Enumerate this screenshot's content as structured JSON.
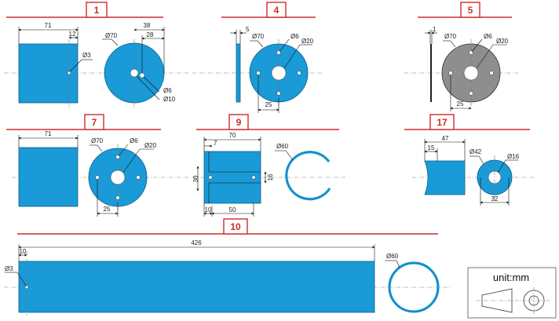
{
  "parts": {
    "p1": {
      "number": "1",
      "dims": {
        "len": "71",
        "off": "12",
        "hole": "Ø3",
        "dia": "Ø70",
        "d38": "38",
        "d28": "28",
        "small_hole": "Ø6",
        "center_hole": "Ø10"
      }
    },
    "p4": {
      "number": "4",
      "dims": {
        "thick": "5",
        "dia": "Ø70",
        "hole": "Ø6",
        "center": "Ø20",
        "pitch": "25"
      }
    },
    "p5": {
      "number": "5",
      "dims": {
        "thick": "1",
        "dia": "Ø70",
        "hole": "Ø6",
        "center": "Ø20",
        "pitch": "25"
      }
    },
    "p7": {
      "number": "7",
      "dims": {
        "len": "71",
        "dia": "Ø70",
        "hole": "Ø6",
        "center": "Ø20",
        "pitch": "25"
      }
    },
    "p9": {
      "number": "9",
      "dims": {
        "len": "70",
        "slot": "7",
        "height": "30",
        "inner": "16",
        "left": "10",
        "mid": "50",
        "ring": "Ø60"
      }
    },
    "p17": {
      "number": "17",
      "dims": {
        "len": "47",
        "step": "15",
        "outer": "Ø42",
        "inner": "Ø16",
        "width": "32"
      }
    },
    "p10": {
      "number": "10",
      "dims": {
        "len": "426",
        "off": "10",
        "hole": "Ø3",
        "ring": "Ø60"
      }
    }
  },
  "legend": {
    "unit_label": "unit:mm"
  },
  "colors": {
    "part": "#1a9ad6",
    "gray_part": "#8e8e8e",
    "label_red": "#d22b2b"
  }
}
